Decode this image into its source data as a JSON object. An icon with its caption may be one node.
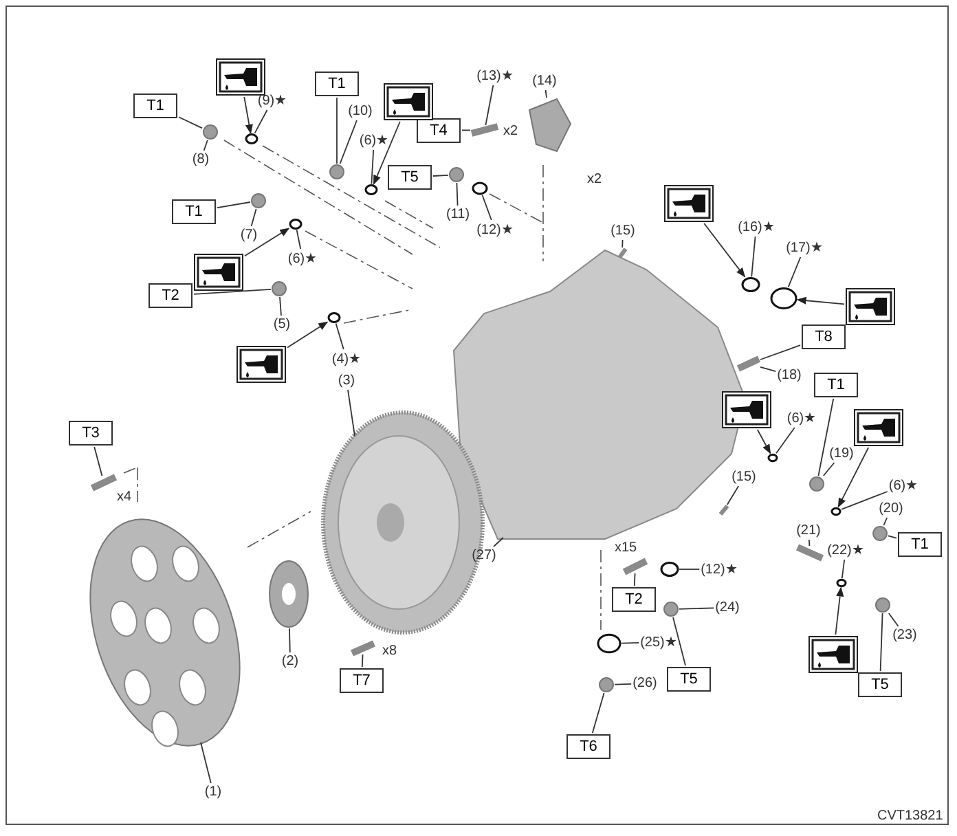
{
  "diagram": {
    "nodes": [
      {
        "text": [
          "T1"
        ]
      },
      {
        "text": [
          "T1"
        ]
      },
      {
        "text": [
          "T4"
        ]
      },
      {
        "text": [
          "T5"
        ]
      },
      {
        "text": [
          "T1"
        ]
      },
      {
        "text": [
          "T2"
        ]
      },
      {
        "text": [
          "T8"
        ]
      },
      {
        "text": [
          "T1"
        ]
      },
      {
        "text": [
          "T3"
        ]
      },
      {
        "text": [
          "T1"
        ]
      },
      {
        "text": [
          "T2"
        ]
      },
      {
        "text": [
          "T5"
        ]
      },
      {
        "text": [
          "T5"
        ]
      },
      {
        "text": [
          "T7"
        ]
      },
      {
        "text": [
          "T6"
        ]
      },
      {
        "text": [
          "(1)"
        ]
      },
      {
        "text": [
          "(2)"
        ]
      },
      {
        "text": [
          "(3)"
        ]
      },
      {
        "text": [
          "(4)★"
        ]
      },
      {
        "text": [
          "(5)"
        ]
      },
      {
        "text": [
          "(6)★"
        ]
      },
      {
        "text": [
          "(6)★"
        ]
      },
      {
        "text": [
          "(6)★"
        ]
      },
      {
        "text": [
          "(6)★"
        ]
      },
      {
        "text": [
          "(7)"
        ]
      },
      {
        "text": [
          "(8)"
        ]
      },
      {
        "text": [
          "(9)★"
        ]
      },
      {
        "text": [
          "(10)"
        ]
      },
      {
        "text": [
          "(11)"
        ]
      },
      {
        "text": [
          "(12)★"
        ]
      },
      {
        "text": [
          "(12)★"
        ]
      },
      {
        "text": [
          "(13)★"
        ]
      },
      {
        "text": [
          "(14)"
        ]
      },
      {
        "text": [
          "(15)"
        ]
      },
      {
        "text": [
          "(15)"
        ]
      },
      {
        "text": [
          "(16)★"
        ]
      },
      {
        "text": [
          "(17)★"
        ]
      },
      {
        "text": [
          "(18)"
        ]
      },
      {
        "text": [
          "(19)"
        ]
      },
      {
        "text": [
          "(20)"
        ]
      },
      {
        "text": [
          "(21)"
        ]
      },
      {
        "text": [
          "(22)★"
        ]
      },
      {
        "text": [
          "(23)"
        ]
      },
      {
        "text": [
          "(24)"
        ]
      },
      {
        "text": [
          "(25)★"
        ]
      },
      {
        "text": [
          "(26)"
        ]
      },
      {
        "text": [
          "(27)"
        ]
      },
      {
        "text": [],
        "shape": "picture"
      },
      {
        "text": [],
        "shape": "picture"
      },
      {
        "text": [],
        "shape": "picture"
      },
      {
        "text": [],
        "shape": "picture"
      },
      {
        "text": [],
        "shape": "picture"
      },
      {
        "text": [],
        "shape": "picture"
      },
      {
        "text": [],
        "shape": "picture"
      },
      {
        "text": [],
        "shape": "picture"
      },
      {
        "text": [],
        "shape": "picture"
      },
      {
        "text": [],
        "shape": "circle"
      },
      {
        "text": [],
        "shape": "circle"
      },
      {
        "text": [],
        "shape": "circle"
      },
      {
        "text": [],
        "shape": "circle"
      },
      {
        "text": [],
        "shape": "bar"
      },
      {
        "text": [],
        "shape": "picture"
      },
      {
        "text": [],
        "shape": "circle"
      },
      {
        "text": [],
        "shape": "circle"
      },
      {
        "text": [],
        "shape": "circle"
      },
      {
        "text": [],
        "shape": "circle"
      },
      {
        "text": [],
        "shape": "circle"
      },
      {
        "text": [],
        "shape": "circle"
      },
      {
        "text": [],
        "shape": "bar"
      },
      {
        "text": [],
        "shape": "circle"
      },
      {
        "text": [],
        "shape": "circle"
      },
      {
        "text": [],
        "shape": "bar"
      },
      {
        "text": [],
        "shape": "picture"
      },
      {
        "text": [],
        "shape": "circle"
      },
      {
        "text": [],
        "shape": "circle"
      },
      {
        "text": [],
        "shape": "circle"
      },
      {
        "text": [],
        "shape": "circle"
      },
      {
        "text": [],
        "shape": "bar"
      },
      {
        "text": [],
        "shape": "circle"
      },
      {
        "text": [],
        "shape": "circle"
      },
      {
        "text": [],
        "shape": "bar"
      },
      {
        "text": [],
        "shape": "picture"
      },
      {
        "text": [],
        "shape": "picture"
      },
      {
        "text": [],
        "shape": "picture"
      },
      {
        "text": [],
        "shape": "bar"
      },
      {
        "text": [],
        "shape": "bar"
      },
      {
        "text": [],
        "shape": "circle"
      },
      {
        "text": [],
        "shape": "circle"
      },
      {
        "text": [],
        "shape": "circle"
      },
      {
        "text": [],
        "shape": "circle"
      },
      {
        "text": [],
        "shape": "bar"
      }
    ],
    "edges": [
      {
        "from": 0,
        "to": 56,
        "arrow": "none"
      },
      {
        "from": 1,
        "to": 58,
        "arrow": "none"
      },
      {
        "from": 2,
        "to": 60,
        "arrow": "none"
      },
      {
        "from": 3,
        "to": 62,
        "arrow": "none"
      },
      {
        "from": 4,
        "to": 64,
        "arrow": "none"
      },
      {
        "from": 5,
        "to": 66,
        "arrow": "none"
      },
      {
        "from": 6,
        "to": 71,
        "arrow": "none"
      },
      {
        "from": 7,
        "to": 74,
        "arrow": "none"
      },
      {
        "from": 8,
        "to": 80,
        "arrow": "none"
      },
      {
        "from": 9,
        "to": 76,
        "arrow": "none"
      },
      {
        "from": 10,
        "to": 85,
        "arrow": "none"
      },
      {
        "from": 11,
        "to": 87,
        "arrow": "none"
      },
      {
        "from": 12,
        "to": 79,
        "arrow": "none"
      },
      {
        "from": 13,
        "to": 84,
        "arrow": "none"
      },
      {
        "from": 14,
        "to": 89,
        "arrow": "none"
      },
      {
        "from": 15,
        "to": 81,
        "arrow": "none"
      },
      {
        "from": 16,
        "to": 82,
        "arrow": "none"
      },
      {
        "from": 17,
        "to": 83,
        "arrow": "none"
      },
      {
        "from": 18,
        "to": 67,
        "arrow": "none"
      },
      {
        "from": 19,
        "to": 66,
        "arrow": "none"
      },
      {
        "from": 20,
        "to": 65,
        "arrow": "none"
      },
      {
        "from": 21,
        "to": 59,
        "arrow": "none"
      },
      {
        "from": 22,
        "to": 73,
        "arrow": "none"
      },
      {
        "from": 23,
        "to": 75,
        "arrow": "none"
      },
      {
        "from": 24,
        "to": 64,
        "arrow": "none"
      },
      {
        "from": 25,
        "to": 56,
        "arrow": "none"
      },
      {
        "from": 26,
        "to": 57,
        "arrow": "none"
      },
      {
        "from": 27,
        "to": 58,
        "arrow": "none"
      },
      {
        "from": 28,
        "to": 62,
        "arrow": "none"
      },
      {
        "from": 29,
        "to": 63,
        "arrow": "none"
      },
      {
        "from": 30,
        "to": 86,
        "arrow": "none"
      },
      {
        "from": 31,
        "to": 60,
        "arrow": "none"
      },
      {
        "from": 32,
        "to": 61,
        "arrow": "none"
      },
      {
        "from": 33,
        "to": 68,
        "arrow": "none"
      },
      {
        "from": 34,
        "to": 90,
        "arrow": "none"
      },
      {
        "from": 35,
        "to": 69,
        "arrow": "none"
      },
      {
        "from": 36,
        "to": 70,
        "arrow": "none"
      },
      {
        "from": 37,
        "to": 71,
        "arrow": "none"
      },
      {
        "from": 38,
        "to": 74,
        "arrow": "none"
      },
      {
        "from": 39,
        "to": 76,
        "arrow": "none"
      },
      {
        "from": 40,
        "to": 77,
        "arrow": "none"
      },
      {
        "from": 41,
        "to": 78,
        "arrow": "none"
      },
      {
        "from": 42,
        "to": 79,
        "arrow": "none"
      },
      {
        "from": 43,
        "to": 87,
        "arrow": "none"
      },
      {
        "from": 44,
        "to": 88,
        "arrow": "none"
      },
      {
        "from": 45,
        "to": 89,
        "arrow": "none"
      },
      {
        "from": 46,
        "to": 72,
        "arrow": "none"
      },
      {
        "from": 47,
        "to": 57,
        "arrow": "to"
      },
      {
        "from": 48,
        "to": 59,
        "arrow": "to"
      },
      {
        "from": 49,
        "to": 65,
        "arrow": "to"
      },
      {
        "from": 50,
        "to": 67,
        "arrow": "to"
      },
      {
        "from": 51,
        "to": 69,
        "arrow": "to"
      },
      {
        "from": 52,
        "to": 70,
        "arrow": "to"
      },
      {
        "from": 53,
        "to": 73,
        "arrow": "to"
      },
      {
        "from": 54,
        "to": 75,
        "arrow": "to"
      },
      {
        "from": 55,
        "to": 78,
        "arrow": "to"
      }
    ],
    "labels": [
      "x2",
      "x2",
      "x4",
      "x8",
      "x15",
      "CVT13821"
    ]
  }
}
